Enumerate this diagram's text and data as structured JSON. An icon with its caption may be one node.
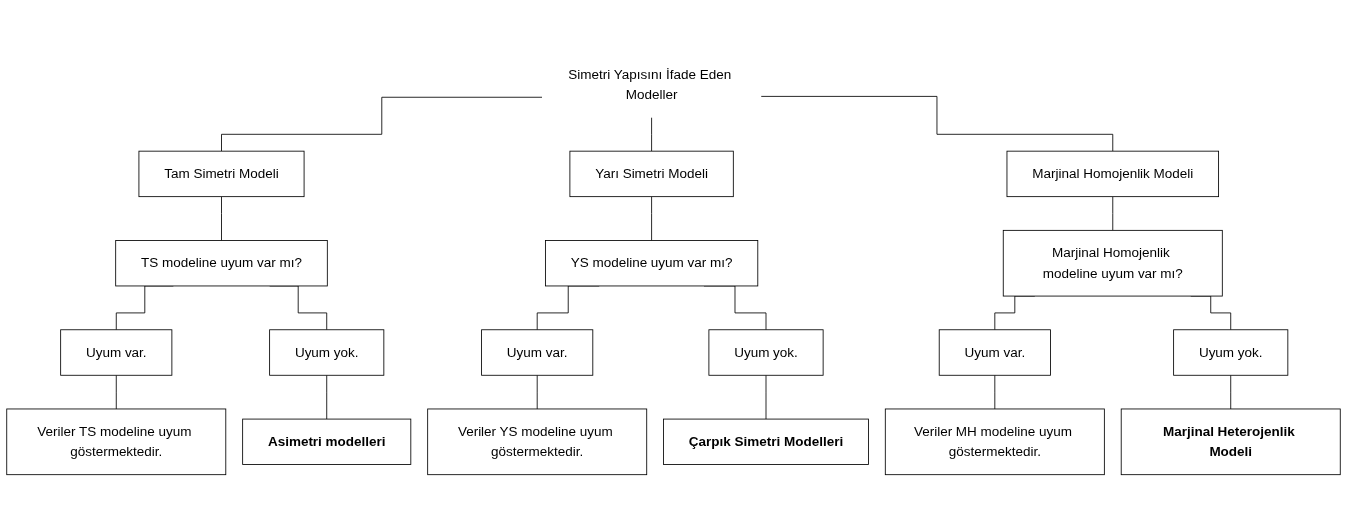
{
  "diagram": {
    "nodes": [
      {
        "text": [
          "Simetri Yapısını İfade Eden Modeller"
        ]
      },
      {
        "text": [
          "Tam Simetri Modeli"
        ]
      },
      {
        "text": [
          "Yarı Simetri Modeli"
        ]
      },
      {
        "text": [
          "Marjinal Homojenlik Modeli"
        ]
      },
      {
        "text": [
          "TS modeline uyum var mı?"
        ]
      },
      {
        "text": [
          "YS modeline uyum var mı?"
        ]
      },
      {
        "text": [
          "Marjinal Homojenlik modeline uyum var mı?"
        ]
      },
      {
        "text": [
          "Uyum var."
        ]
      },
      {
        "text": [
          "Uyum yok."
        ]
      },
      {
        "text": [
          "Uyum var."
        ]
      },
      {
        "text": [
          "Uyum yok."
        ]
      },
      {
        "text": [
          "Uyum var."
        ]
      },
      {
        "text": [
          "Uyum yok."
        ]
      },
      {
        "text": [
          "Veriler TS modeline uyum göstermektedir."
        ]
      },
      {
        "text": [
          "Asimetri modelleri"
        ]
      },
      {
        "text": [
          "Veriler YS modeline uyum göstermektedir."
        ]
      },
      {
        "text": [
          "Çarpık Simetri Modelleri"
        ]
      },
      {
        "text": [
          "Veriler MH modeline uyum göstermektedir."
        ]
      },
      {
        "text": [
          "Marjinal Heterojenlik Modeli"
        ]
      }
    ],
    "edges": [
      {
        "from": 0,
        "to": 1,
        "arrow": "none"
      },
      {
        "from": 0,
        "to": 2,
        "arrow": "none"
      },
      {
        "from": 0,
        "to": 3,
        "arrow": "none"
      },
      {
        "from": 1,
        "to": 4,
        "arrow": "none"
      },
      {
        "from": 2,
        "to": 5,
        "arrow": "none"
      },
      {
        "from": 3,
        "to": 6,
        "arrow": "none"
      },
      {
        "from": 4,
        "to": 7,
        "arrow": "none"
      },
      {
        "from": 4,
        "to": 8,
        "arrow": "none"
      },
      {
        "from": 5,
        "to": 9,
        "arrow": "none"
      },
      {
        "from": 5,
        "to": 10,
        "arrow": "none"
      },
      {
        "from": 6,
        "to": 11,
        "arrow": "none"
      },
      {
        "from": 6,
        "to": 12,
        "arrow": "none"
      },
      {
        "from": 7,
        "to": 13,
        "arrow": "none"
      },
      {
        "from": 8,
        "to": 14,
        "arrow": "none"
      },
      {
        "from": 9,
        "to": 15,
        "arrow": "none"
      },
      {
        "from": 10,
        "to": 16,
        "arrow": "none"
      },
      {
        "from": 11,
        "to": 17,
        "arrow": "none"
      },
      {
        "from": 12,
        "to": 18,
        "arrow": "none"
      }
    ]
  }
}
